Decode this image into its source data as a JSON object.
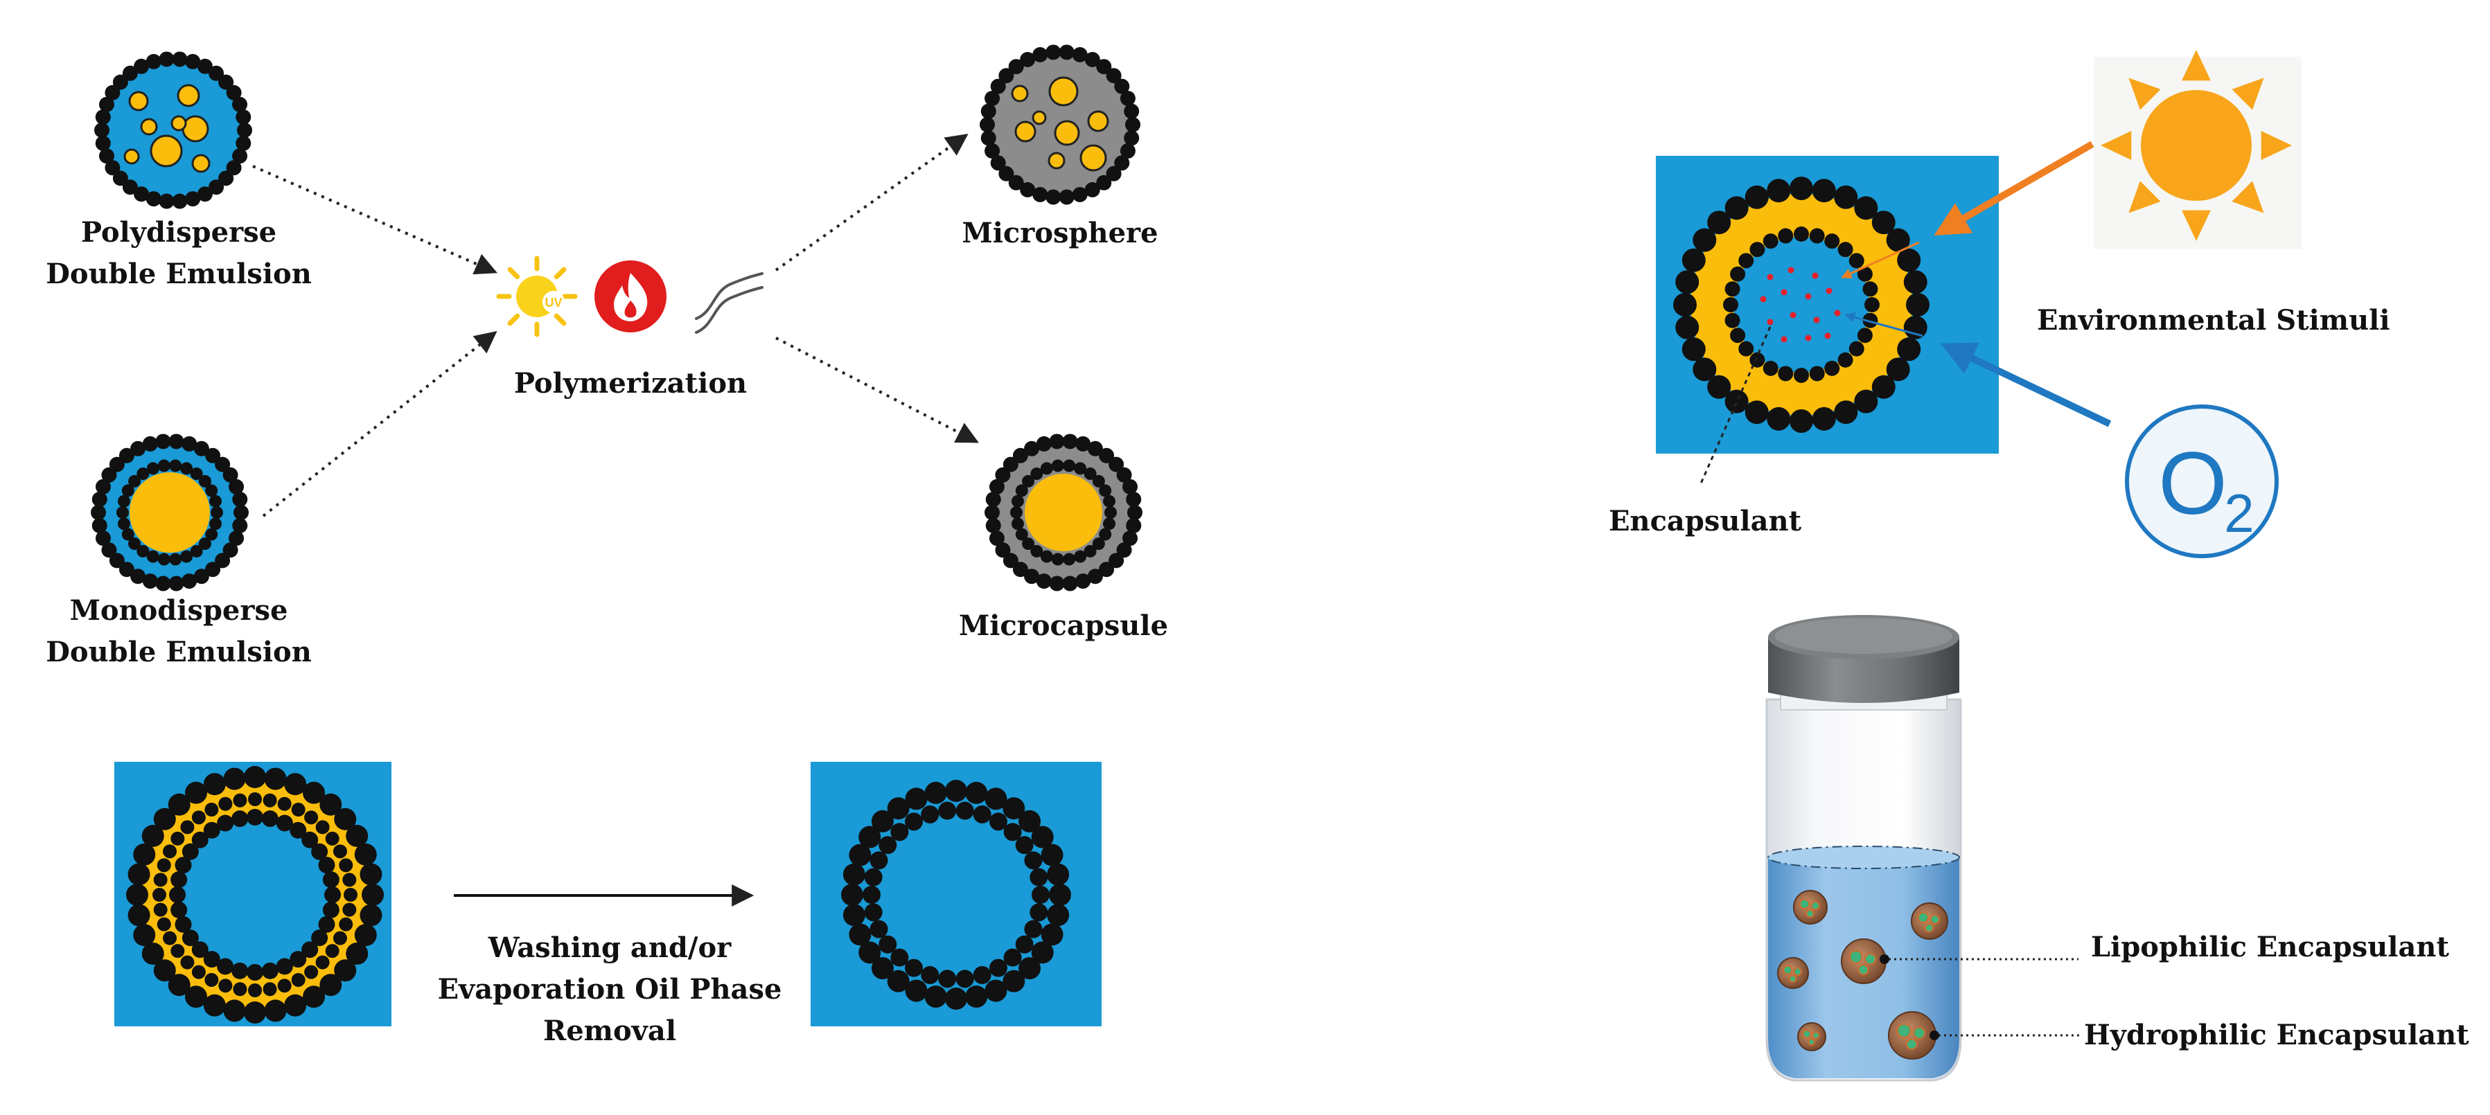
{
  "labels": {
    "polydisperse": [
      "Polydisperse",
      "Double Emulsion"
    ],
    "monodisperse": [
      "Monodisperse",
      "Double Emulsion"
    ],
    "polymerization": "Polymerization",
    "microsphere": "Microsphere",
    "microcapsule": "Microcapsule",
    "washing": [
      "Washing and/or",
      "Evaporation Oil Phase",
      "Removal"
    ],
    "environmental_stimuli": "Environmental Stimuli",
    "encapsulant": "Encapsulant",
    "lipophilic": "Lipophilic Encapsulant",
    "hydrophilic": "Hydrophilic Encapsulant",
    "uv_text": "UV",
    "o2_text": "O",
    "o2_sub": "2"
  },
  "colors": {
    "water_blue": "#1a9ad6",
    "oil_yellow": "#fbbd0b",
    "shell_black": "#111111",
    "polymer_gray": "#8c8c8c",
    "sun_orange": "#f8a51c",
    "arrow_orange": "#f07f22",
    "arrow_blue": "#1f78c1",
    "flame_red": "#e11d1d",
    "dot_red": "#e8202a"
  },
  "icons": [
    "sun-uv-icon",
    "flame-icon",
    "heat-wave-icon",
    "sun-icon",
    "oxygen-icon",
    "jar-icon"
  ]
}
